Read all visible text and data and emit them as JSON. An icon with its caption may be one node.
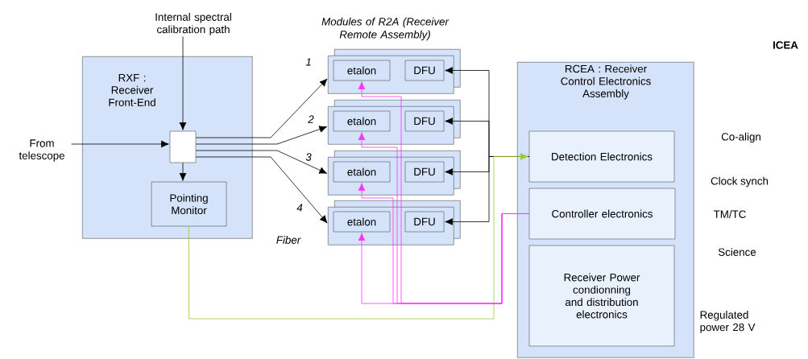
{
  "diagram": {
    "nodes": [
      {
        "text": [
          "RXF : Receiver Front-End"
        ]
      },
      {
        "text": [],
        "shape": "box",
        "in": 0
      },
      {
        "text": [
          "Pointing Monitor"
        ],
        "in": 0
      },
      {
        "text": [
          "From telescope"
        ]
      },
      {
        "text": [
          "Internal spectral calibration path"
        ]
      },
      {
        "text": [],
        "shape": "box"
      },
      {
        "text": [
          "etalon"
        ],
        "in": 5
      },
      {
        "text": [
          "DFU"
        ],
        "in": 5
      },
      {
        "text": [],
        "shape": "box"
      },
      {
        "text": [
          "etalon"
        ],
        "in": 8
      },
      {
        "text": [
          "DFU"
        ],
        "in": 8
      },
      {
        "text": [],
        "shape": "box"
      },
      {
        "text": [
          "etalon"
        ],
        "in": 11
      },
      {
        "text": [
          "DFU"
        ],
        "in": 11
      },
      {
        "text": [],
        "shape": "box"
      },
      {
        "text": [
          "etalon"
        ],
        "in": 14
      },
      {
        "text": [
          "DFU"
        ],
        "in": 14
      },
      {
        "text": [
          "RCEA : Receiver Control Electronics Assembly"
        ]
      },
      {
        "text": [
          "Detection Electronics"
        ],
        "in": 17
      },
      {
        "text": [
          "Controller electronics"
        ],
        "in": 17
      },
      {
        "text": [
          "Receiver Power condionning and distribution electronics"
        ],
        "in": 17
      }
    ],
    "edges": [
      {
        "from": 3,
        "to": 1,
        "arrow": "to"
      },
      {
        "from": 4,
        "to": 1,
        "arrow": "to"
      },
      {
        "from": 1,
        "to": 2,
        "arrow": "to"
      },
      {
        "from": 1,
        "to": 5,
        "arrow": "to",
        "label": "1"
      },
      {
        "from": 1,
        "to": 8,
        "arrow": "to",
        "label": "2"
      },
      {
        "from": 1,
        "to": 11,
        "arrow": "to",
        "label": "3"
      },
      {
        "from": 1,
        "to": 14,
        "arrow": "to",
        "label": "4"
      },
      {
        "from": 18,
        "to": 7,
        "arrow": "to"
      },
      {
        "from": 18,
        "to": 10,
        "arrow": "to"
      },
      {
        "from": 18,
        "to": 13,
        "arrow": "to"
      },
      {
        "from": 18,
        "to": 16,
        "arrow": "to"
      },
      {
        "from": 2,
        "to": 18,
        "arrow": "to",
        "color": "#99cc33"
      },
      {
        "from": 19,
        "to": 15,
        "arrow": "to",
        "color": "#ff33ff"
      },
      {
        "from": 19,
        "to": 12,
        "arrow": "to",
        "color": "#ff33ff"
      },
      {
        "from": 19,
        "to": 9,
        "arrow": "to",
        "color": "#ff33ff"
      },
      {
        "from": 19,
        "to": 6,
        "arrow": "to",
        "color": "#ff33ff"
      }
    ],
    "labels": [
      "Modules of R2A (Receiver Remote Assembly)",
      "Fiber",
      "ICEA",
      "Co-align",
      "Clock synch",
      "TM/TC",
      "Science",
      "Regulated power 28 V"
    ]
  }
}
